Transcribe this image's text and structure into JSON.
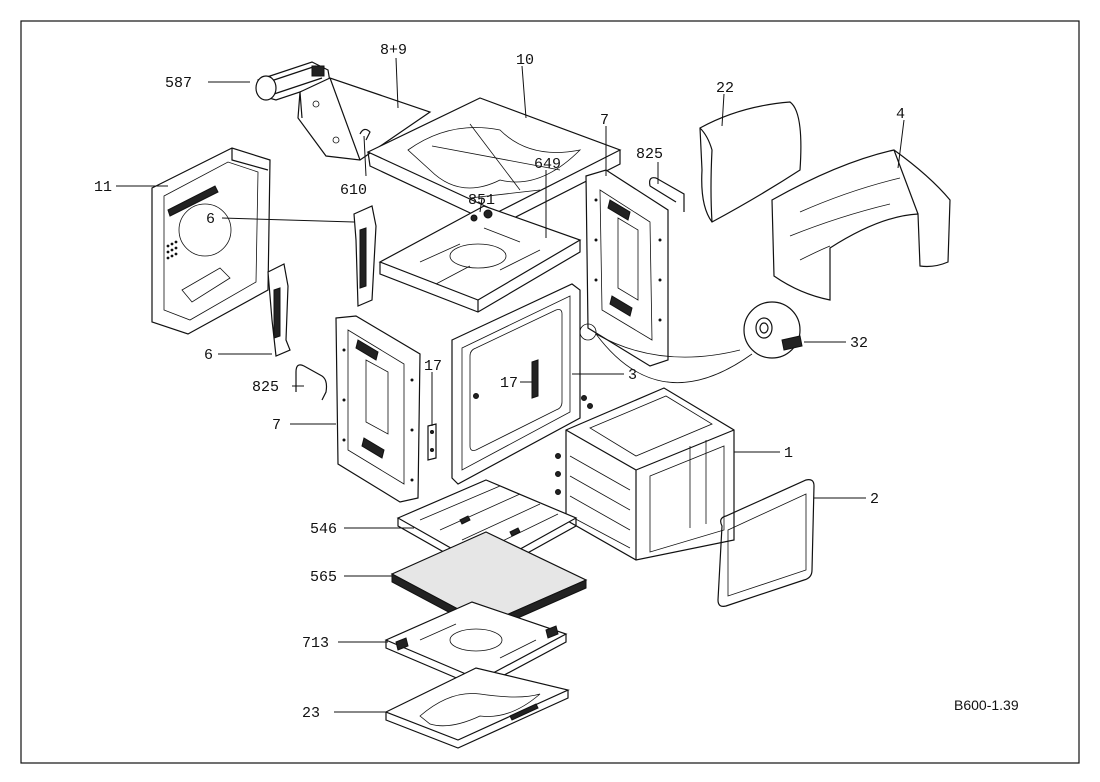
{
  "diagram": {
    "reference_code": "B600-1.39",
    "callouts": {
      "c587": "587",
      "c8_9": "8+9",
      "c10": "10",
      "c610": "610",
      "c11": "11",
      "c6_top": "6",
      "c6_bottom": "6",
      "c851": "851",
      "c649": "649",
      "c7_right": "7",
      "c825_top": "825",
      "c22": "22",
      "c4": "4",
      "c32": "32",
      "c825_left": "825",
      "c7_left": "7",
      "c17_top": "17",
      "c17_mid": "17",
      "c3": "3",
      "c1": "1",
      "c2": "2",
      "c546": "546",
      "c565": "565",
      "c713": "713",
      "c23": "23"
    }
  }
}
